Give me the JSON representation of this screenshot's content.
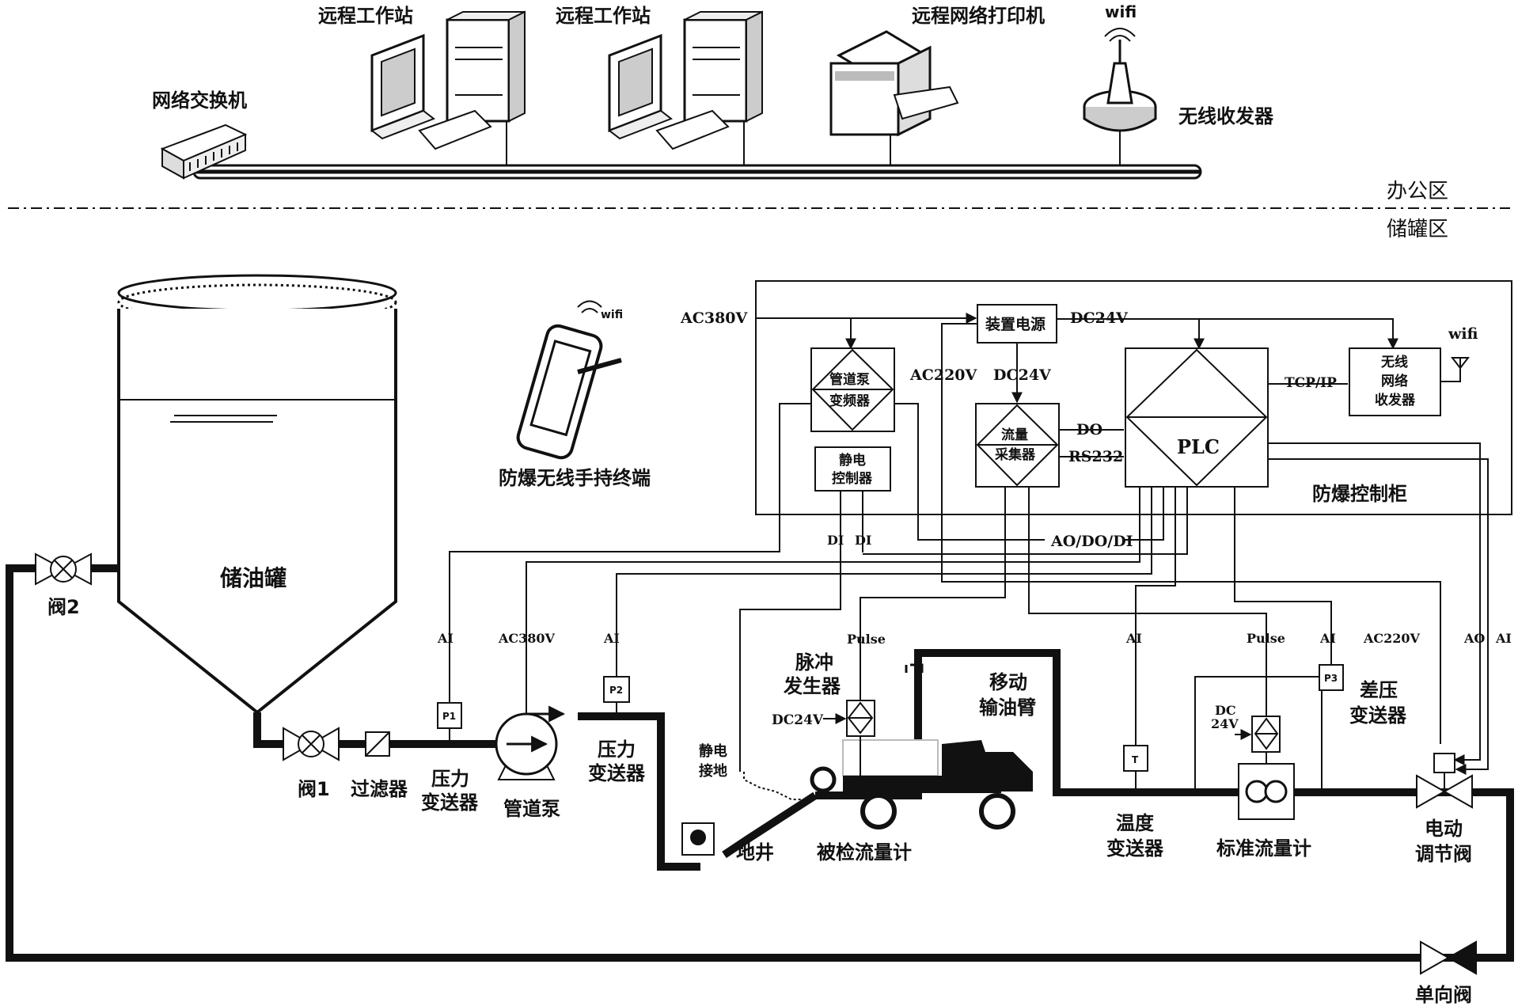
{
  "office": {
    "switch_label": "网络交换机",
    "workstation1_label": "远程工作站",
    "workstation2_label": "远程工作站",
    "printer_label": "远程网络打印机",
    "wifi_label": "wifi",
    "transceiver_label": "无线收发器"
  },
  "zones": {
    "office_zone": "办公区",
    "tank_zone": "储罐区"
  },
  "field": {
    "tank_label": "储油罐",
    "handheld_label": "防爆无线手持终端",
    "handheld_wifi": "wifi",
    "valve2_label": "阀2",
    "valve1_label": "阀1",
    "filter_label": "过滤器",
    "pressure_tx1": [
      "压力",
      "变送器"
    ],
    "pipe_pump_label": "管道泵",
    "pressure_tx2": [
      "压力",
      "变送器"
    ],
    "ground_well_label": "地井",
    "static_ground_label": [
      "静电",
      "接地"
    ],
    "pulse_gen_label": [
      "脉冲",
      "发生器"
    ],
    "dc24v_pulse": "DC24V",
    "mobile_arm_label": [
      "移动",
      "输油臂"
    ],
    "tested_meter_label": "被检流量计",
    "temp_tx_label": [
      "温度",
      "变送器"
    ],
    "standard_meter_label": "标准流量计",
    "diff_pressure_label": [
      "差压",
      "变送器"
    ],
    "elec_valve_label": [
      "电动",
      "调节阀"
    ],
    "check_valve_label": "单向阀",
    "dc_label": "DC",
    "dc24v_std": "24V",
    "p1": "P1",
    "p2": "P2",
    "p3": "P3",
    "t": "T"
  },
  "cabinet": {
    "label": "防爆控制柜",
    "ac380v": "AC380V",
    "power_label": "装置电源",
    "dc24v_out": "DC24V",
    "ac220v": "AC220V",
    "dc24v_down": "DC24V",
    "vfd_label": [
      "管道泵",
      "变频器"
    ],
    "static_ctrl_label": [
      "静电",
      "控制器"
    ],
    "flow_collector_label": [
      "流量",
      "采集器"
    ],
    "plc_label": "PLC",
    "wireless_box_label": [
      "无线",
      "网络",
      "收发器"
    ],
    "wifi_label": "wifi",
    "tcpip": "TCP/IP",
    "do": "DO",
    "rs232": "RS232",
    "aodo": "AO/DO/DI"
  },
  "signals": {
    "di1": "DI",
    "di2": "DI",
    "ai_p1": "AI",
    "ac380v_pump": "AC380V",
    "ai_p2": "AI",
    "pulse1": "Pulse",
    "ai_t": "AI",
    "pulse2": "Pulse",
    "ai_p3": "AI",
    "ac220v_valve": "AC220V",
    "ao_valve": "AO",
    "ai_valve": "AI"
  }
}
